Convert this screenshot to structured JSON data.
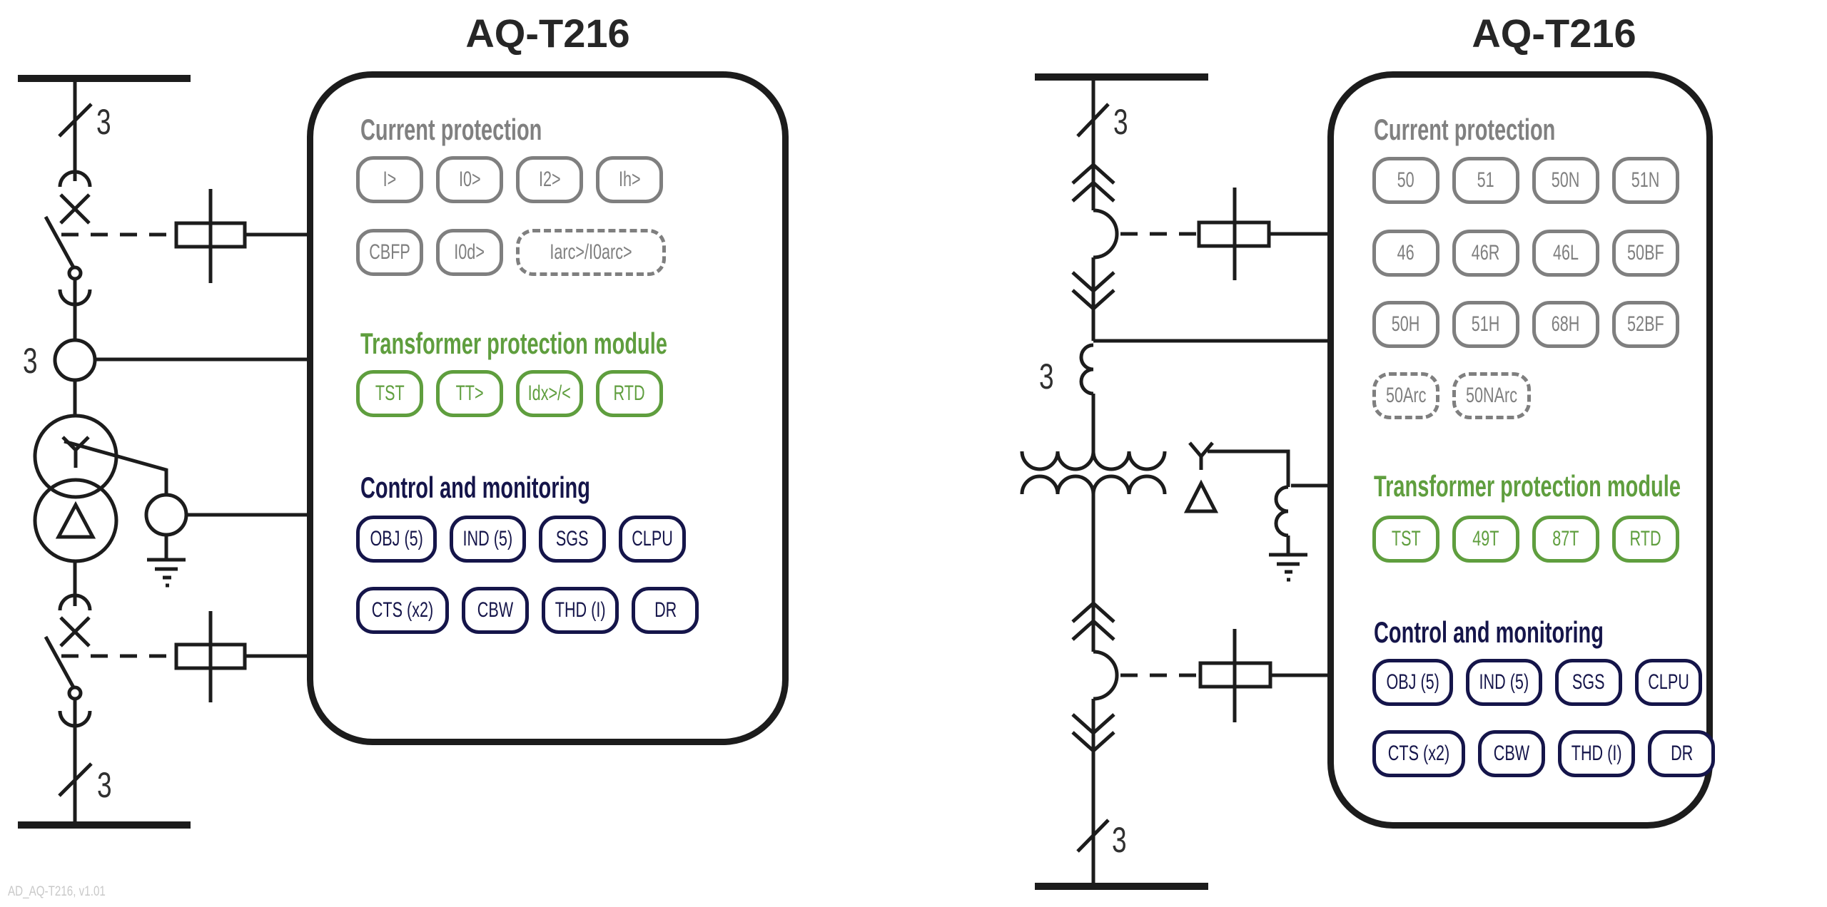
{
  "page": {
    "background": "#ffffff",
    "footer": "AD_AQ-T216, v1.01"
  },
  "colors": {
    "line_black": "#1c1c1c",
    "title": "#262626",
    "gray": "#7f7f7f",
    "green": "#5f9e3e",
    "navy": "#15154a",
    "footer_gray": "#c9c9c9"
  },
  "left_panel": {
    "title": "AQ-T216",
    "sections": {
      "current": {
        "heading": "Current protection",
        "row1": [
          "I>",
          "I0>",
          "I2>",
          "Ih>"
        ],
        "row2": [
          "CBFP",
          "I0d>"
        ],
        "row2_dashed": "Iarc>/I0arc>"
      },
      "transformer": {
        "heading": "Transformer protection module",
        "row": [
          "TST",
          "TT>",
          "Idx>/<",
          "RTD"
        ]
      },
      "control": {
        "heading": "Control and monitoring",
        "row1": [
          "OBJ (5)",
          "IND (5)",
          "SGS",
          "CLPU"
        ],
        "row2": [
          "CTS (x2)",
          "CBW",
          "THD (I)",
          "DR"
        ]
      }
    },
    "diagram": {
      "phase_top": "3",
      "phase_ct": "3",
      "phase_bottom": "3"
    }
  },
  "right_panel": {
    "title": "AQ-T216",
    "sections": {
      "current": {
        "heading": "Current protection",
        "row1": [
          "50",
          "51",
          "50N",
          "51N"
        ],
        "row2": [
          "46",
          "46R",
          "46L",
          "50BF"
        ],
        "row3": [
          "50H",
          "51H",
          "68H",
          "52BF"
        ],
        "row4_dashed": [
          "50Arc",
          "50NArc"
        ]
      },
      "transformer": {
        "heading": "Transformer protection module",
        "row": [
          "TST",
          "49T",
          "87T",
          "RTD"
        ]
      },
      "control": {
        "heading": "Control and monitoring",
        "row1": [
          "OBJ (5)",
          "IND (5)",
          "SGS",
          "CLPU"
        ],
        "row2": [
          "CTS (x2)",
          "CBW",
          "THD (I)",
          "DR"
        ]
      }
    },
    "diagram": {
      "phase_top": "3",
      "phase_ct": "3",
      "phase_bottom": "3"
    }
  }
}
